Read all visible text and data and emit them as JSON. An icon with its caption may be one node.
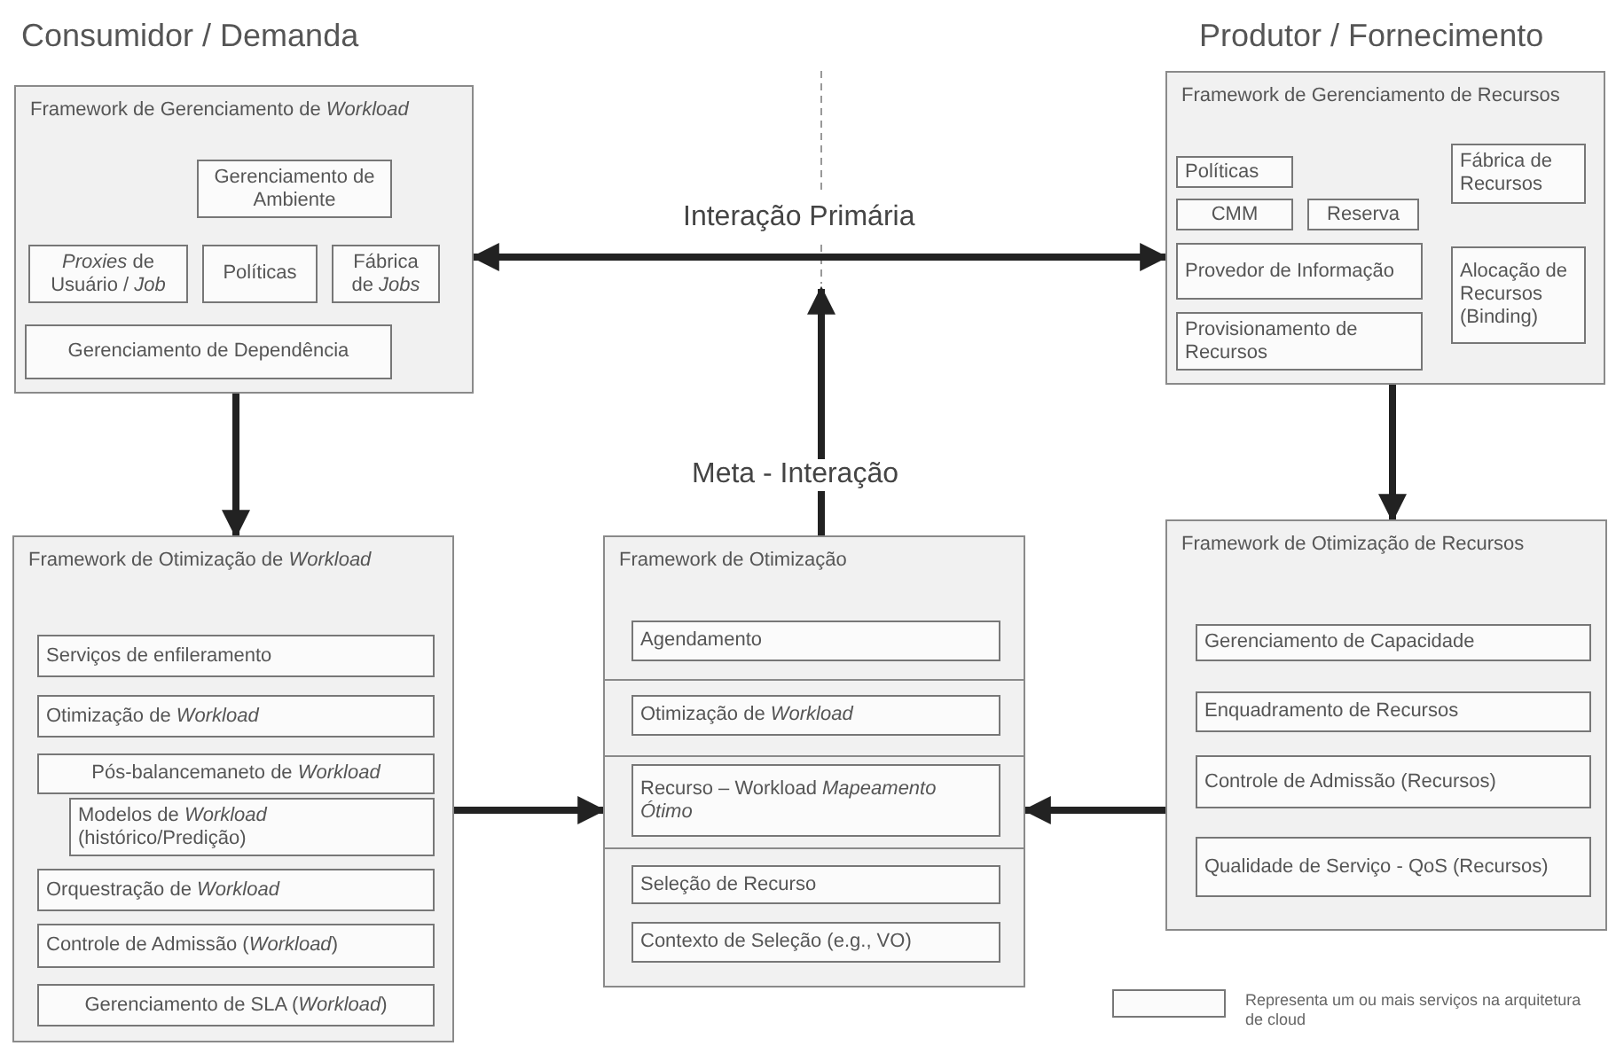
{
  "diagram": {
    "nodes": [
      {
        "text": [
          "Framework de Gerenciamento de *Workload*"
        ]
      },
      {
        "text": [
          "Gerenciamento de Ambiente"
        ],
        "in": 0
      },
      {
        "text": [
          "*Proxies* de Usuário / *Job*"
        ],
        "in": 0
      },
      {
        "text": [
          "Políticas"
        ],
        "in": 0
      },
      {
        "text": [
          "Fábrica de *Jobs*"
        ],
        "in": 0
      },
      {
        "text": [
          "Gerenciamento de Dependência"
        ],
        "in": 0
      },
      {
        "text": [
          "Framework de Gerenciamento de Recursos"
        ]
      },
      {
        "text": [
          "Políticas"
        ],
        "in": 6
      },
      {
        "text": [
          "Fábrica de Recursos"
        ],
        "in": 6
      },
      {
        "text": [
          "CMM"
        ],
        "in": 6
      },
      {
        "text": [
          "Reserva"
        ],
        "in": 6
      },
      {
        "text": [
          "Provedor de Informação"
        ],
        "in": 6
      },
      {
        "text": [
          "Alocação de Recursos (Binding)"
        ],
        "in": 6
      },
      {
        "text": [
          "Provisionamento de Recursos"
        ],
        "in": 6
      },
      {
        "text": [
          "Framework de Otimização de *Workload*"
        ]
      },
      {
        "text": [
          "Serviços de enfileramento"
        ],
        "in": 14
      },
      {
        "text": [
          "Otimização de *Workload*"
        ],
        "in": 14
      },
      {
        "text": [
          "Pós-balancemaneto de *Workload*"
        ],
        "in": 14
      },
      {
        "text": [
          "Modelos de *Workload* (histórico/Predição)"
        ],
        "in": 14
      },
      {
        "text": [
          "Orquestração de *Workload*"
        ],
        "in": 14
      },
      {
        "text": [
          "Controle de Admissão (*Workload*)"
        ],
        "in": 14
      },
      {
        "text": [
          "Gerenciamento de SLA (*Workload*)"
        ],
        "in": 14
      },
      {
        "text": [
          "Framework de Otimização"
        ]
      },
      {
        "text": [
          "Agendamento"
        ],
        "in": 22
      },
      {
        "text": [
          "Otimização de *Workload*"
        ],
        "in": 22
      },
      {
        "text": [
          "Recurso – Workload *Mapeamento Ótimo*"
        ],
        "in": 22
      },
      {
        "text": [
          "Seleção de Recurso"
        ],
        "in": 22
      },
      {
        "text": [
          "Contexto de Seleção (e.g., VO)"
        ],
        "in": 22
      },
      {
        "text": [
          "Framework de Otimização de Recursos"
        ]
      },
      {
        "text": [
          "Gerenciamento de Capacidade"
        ],
        "in": 28
      },
      {
        "text": [
          "Enquadramento de Recursos"
        ],
        "in": 28
      },
      {
        "text": [
          "Controle de Admissão (Recursos)"
        ],
        "in": 28
      },
      {
        "text": [
          "Qualidade de Serviço - QoS (Recursos)"
        ],
        "in": 28
      }
    ],
    "edges": [
      {
        "from": 0,
        "to": 6,
        "arrow": "both",
        "label": "Interação Primária"
      },
      {
        "from": 22,
        "to": null,
        "arrow": "to",
        "label": "Meta - Interação"
      },
      {
        "from": 0,
        "to": 14,
        "arrow": "to"
      },
      {
        "from": 6,
        "to": 28,
        "arrow": "to"
      },
      {
        "from": 14,
        "to": 22,
        "arrow": "to"
      },
      {
        "from": 28,
        "to": 22,
        "arrow": "to"
      }
    ],
    "labels": [
      "Consumidor / Demanda",
      "Produtor / Fornecimento"
    ],
    "legend": [
      {
        "text": "Representa um ou mais serviços na arquitetura de cloud"
      }
    ]
  }
}
